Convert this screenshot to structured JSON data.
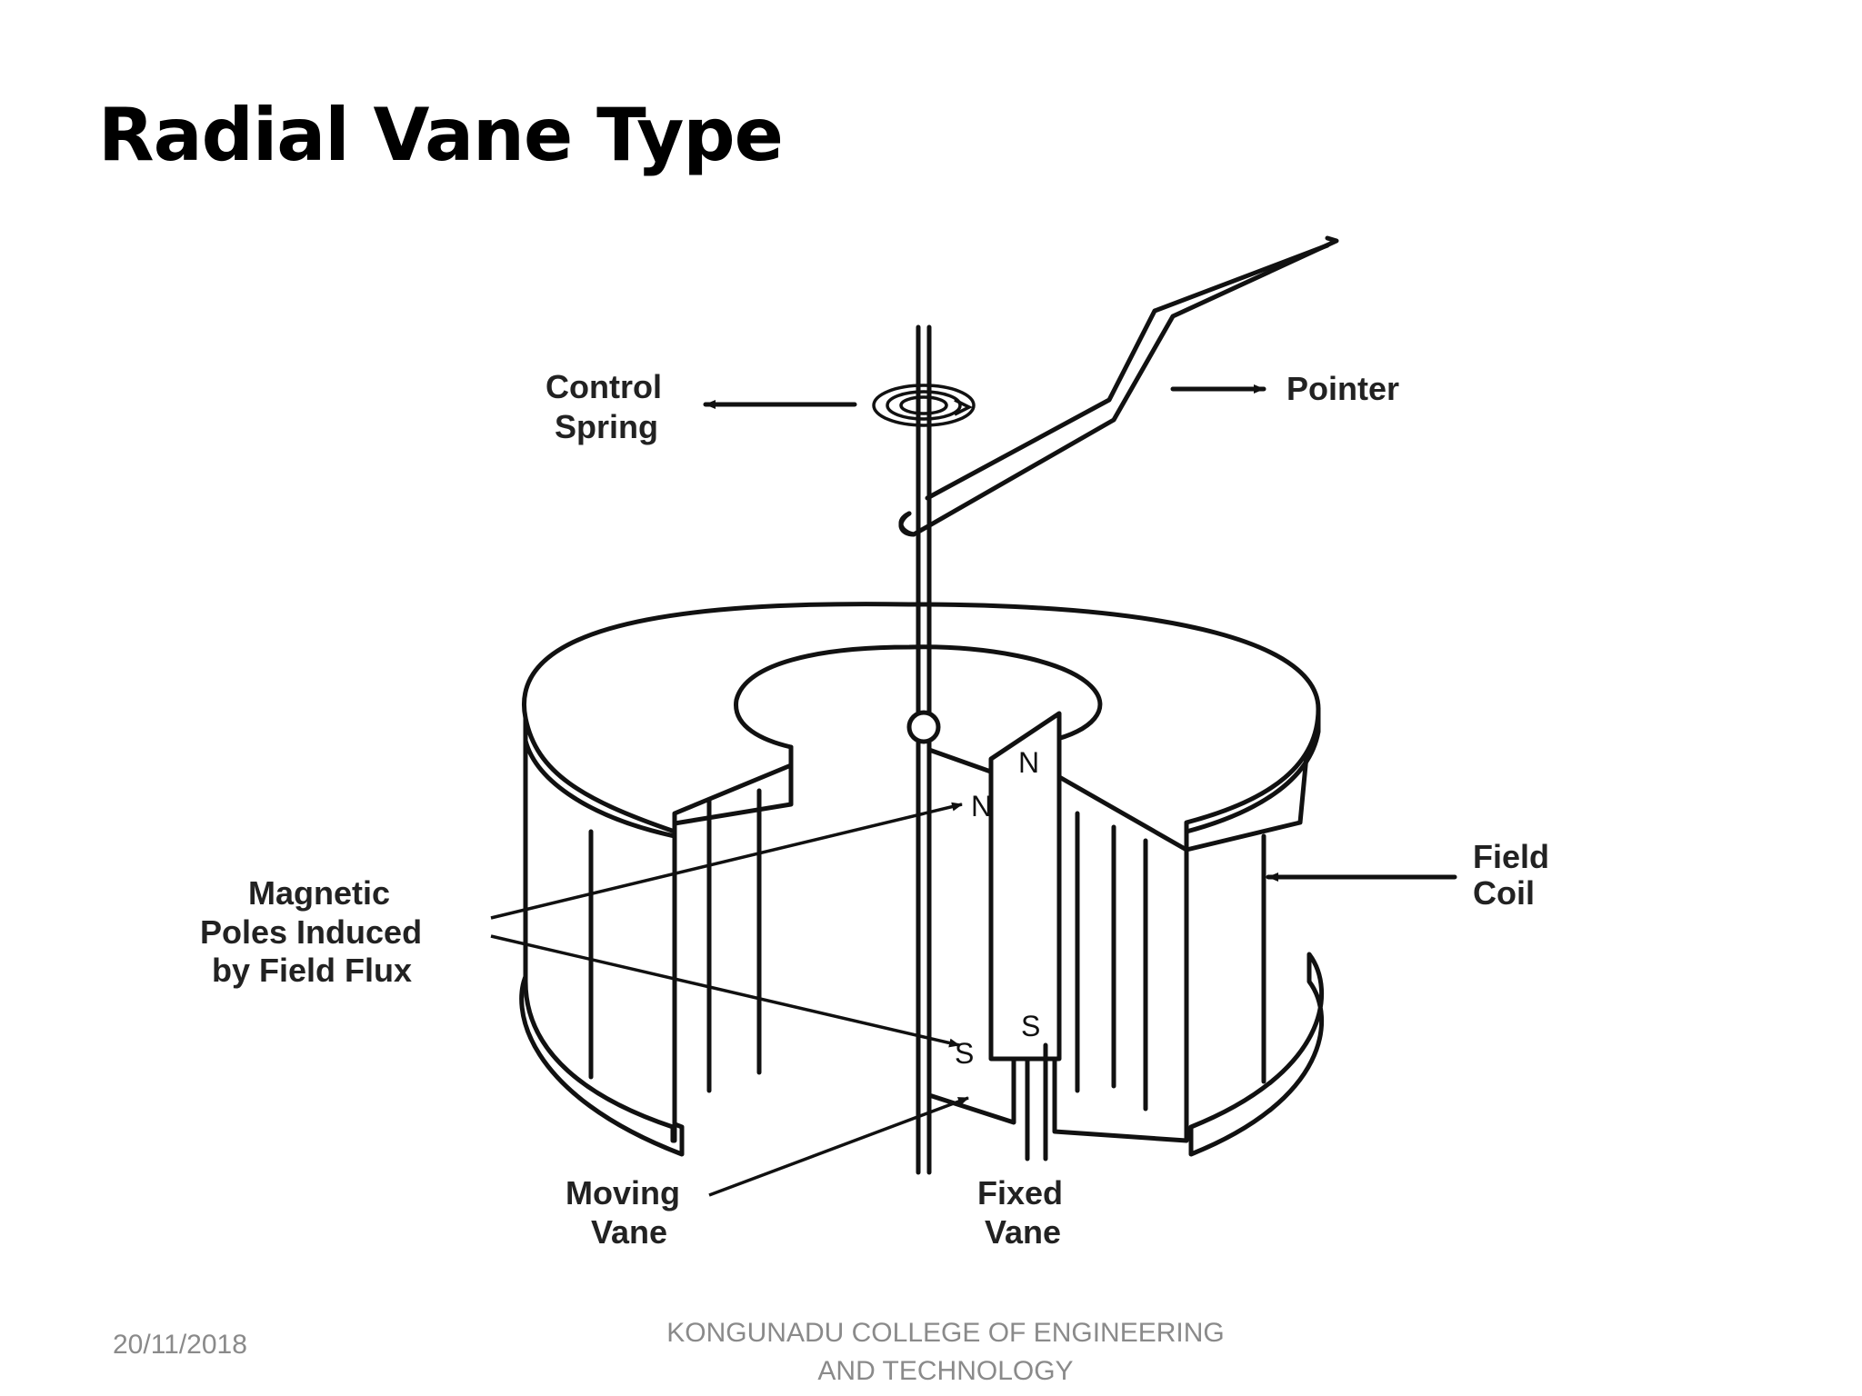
{
  "slide": {
    "title": "Radial Vane Type"
  },
  "diagram": {
    "labels": {
      "control_spring": [
        "Control",
        "Spring"
      ],
      "pointer": "Pointer",
      "field_coil": [
        "Field",
        "Coil"
      ],
      "magnetic_poles": [
        "Magnetic",
        "Poles Induced",
        "by Field Flux"
      ],
      "moving_vane": [
        "Moving",
        "Vane"
      ],
      "fixed_vane": [
        "Fixed",
        "Vane"
      ]
    },
    "poles": {
      "moving_north": "N",
      "fixed_north": "N",
      "moving_south": "S",
      "fixed_south": "S"
    }
  },
  "footer": {
    "date": "20/11/2018",
    "organization_line1": "KONGUNADU COLLEGE OF ENGINEERING",
    "organization_line2": "AND TECHNOLOGY"
  }
}
